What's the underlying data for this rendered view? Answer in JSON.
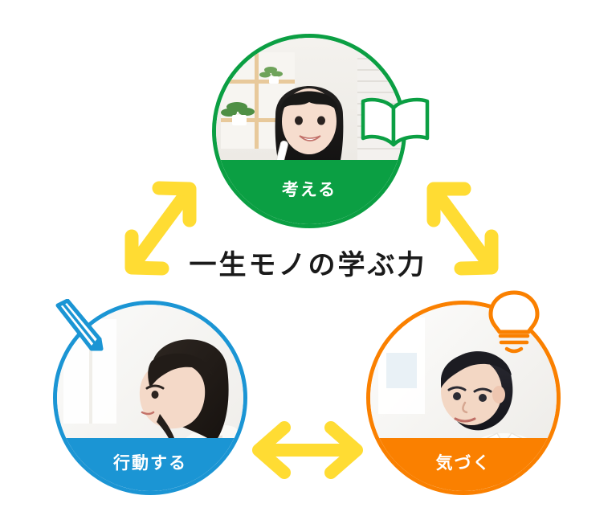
{
  "diagram": {
    "center_title": "一生モノの学ぶ力",
    "nodes": [
      {
        "id": "think",
        "label": "考える",
        "color": "#0B9F43",
        "icon": "open-book-icon",
        "photo_alt": "考える"
      },
      {
        "id": "act",
        "label": "行動する",
        "color": "#1B95D4",
        "icon": "pencil-icon",
        "photo_alt": "行動する"
      },
      {
        "id": "notice",
        "label": "気づく",
        "color": "#FA8000",
        "icon": "lightbulb-icon",
        "photo_alt": "気づく"
      }
    ],
    "arrows": [
      {
        "id": "act-think",
        "icon": "double-arrow-diagonal-up-right",
        "color": "#FFDC33"
      },
      {
        "id": "think-notice",
        "icon": "double-arrow-diagonal-down-right",
        "color": "#FFDC33"
      },
      {
        "id": "act-notice",
        "icon": "double-arrow-horizontal",
        "color": "#FFDC33"
      }
    ],
    "colors": {
      "green": "#0B9F43",
      "blue": "#1B95D4",
      "orange": "#FA8000",
      "yellow": "#FFDC33",
      "background": "#FFFFFF",
      "title_text": "#1A1A1A"
    }
  }
}
